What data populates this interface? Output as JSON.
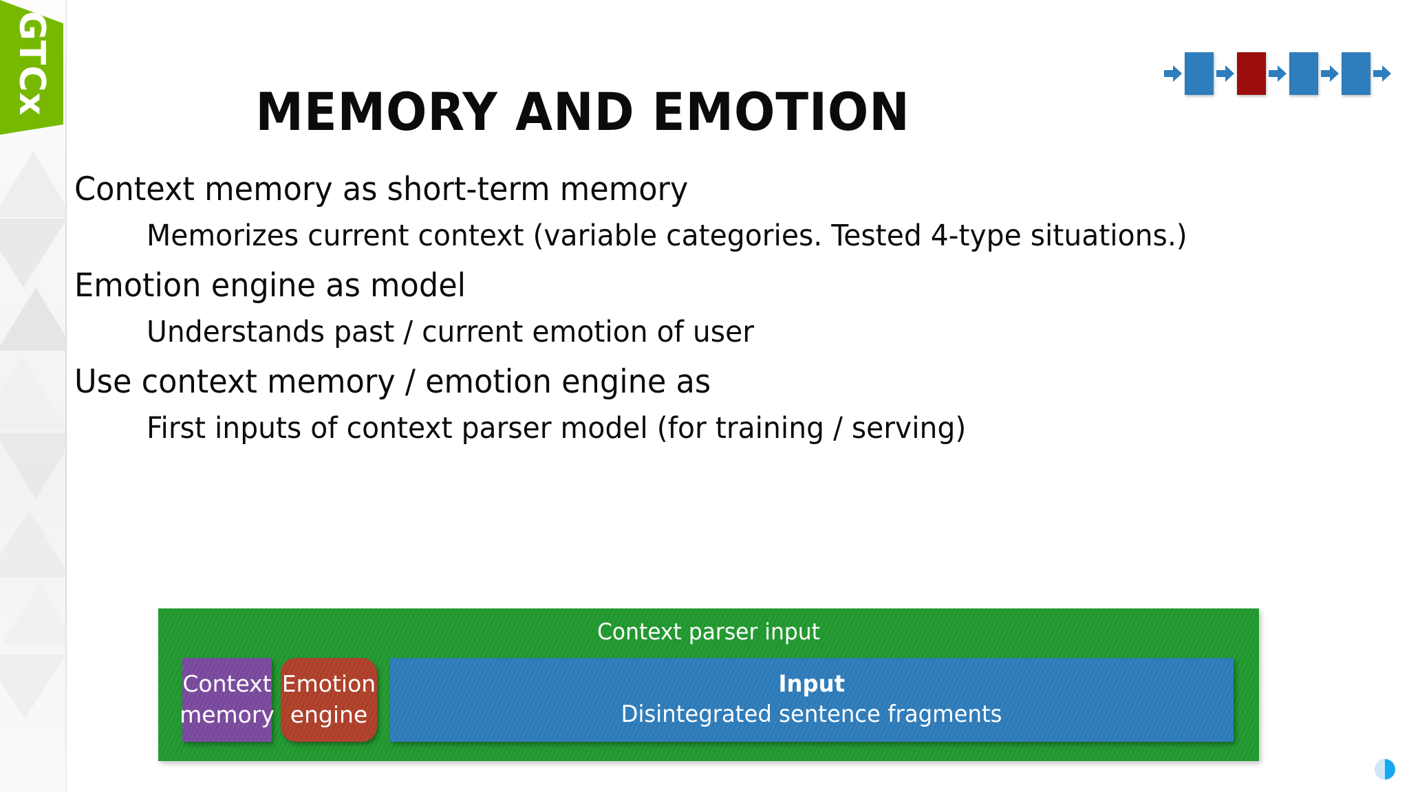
{
  "brand": {
    "banner_label": "GTCx",
    "banner_color": "#76b900"
  },
  "header": {
    "title": "MEMORY AND EMOTION"
  },
  "progress": {
    "steps": [
      {
        "name": "step-1",
        "state": "normal",
        "color": "#2e7dbc"
      },
      {
        "name": "step-2",
        "state": "active",
        "color": "#9c0d0d"
      },
      {
        "name": "step-3",
        "state": "normal",
        "color": "#2e7dbc"
      },
      {
        "name": "step-4",
        "state": "normal",
        "color": "#2e7dbc"
      }
    ],
    "arrow_color": "#2e7dbc",
    "arrow_count": 5
  },
  "bullets": [
    {
      "level": 1,
      "text": "Context memory as short-term memory"
    },
    {
      "level": 2,
      "text": "Memorizes current context (variable categories. Tested 4-type situations.)"
    },
    {
      "level": 1,
      "text": "Emotion engine as model"
    },
    {
      "level": 2,
      "text": "Understands past / current emotion of user"
    },
    {
      "level": 1,
      "text": "Use context memory / emotion engine as"
    },
    {
      "level": 2,
      "text": "First inputs of context parser model (for training / serving)"
    }
  ],
  "diagram": {
    "title": "Context parser input",
    "container_color": "#219a30",
    "boxes": [
      {
        "name": "context-memory",
        "line1": "Context",
        "line2": "memory",
        "color": "#7b4a9e"
      },
      {
        "name": "emotion-engine",
        "line1": "Emotion",
        "line2": "engine",
        "color": "#b0402a"
      },
      {
        "name": "input",
        "heading": "Input",
        "subtext": "Disintegrated sentence fragments",
        "color": "#2e7dbc"
      }
    ]
  },
  "media_indicator": {
    "name": "playback-progress-dot"
  }
}
